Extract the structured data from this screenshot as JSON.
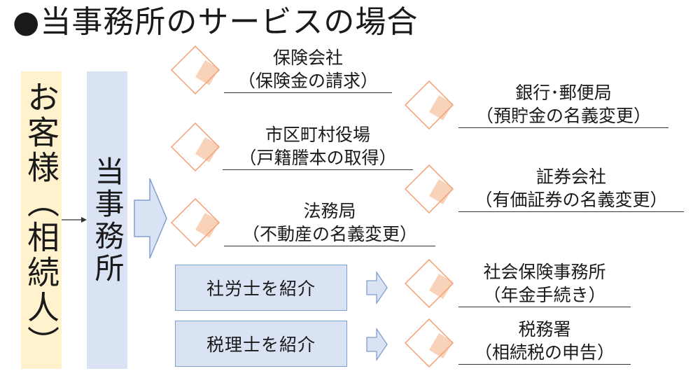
{
  "title": "●当事務所のサービスの場合",
  "customer": "お客様（相続人）",
  "office": "当事務所",
  "destinations": [
    {
      "name": "保険会社",
      "detail": "（保険金の請求）"
    },
    {
      "name": "市区町村役場",
      "detail": "（戸籍謄本の取得）"
    },
    {
      "name": "法務局",
      "detail": "（不動産の名義変更）"
    },
    {
      "name": "銀行･郵便局",
      "detail": "（預貯金の名義変更）"
    },
    {
      "name": "証券会社",
      "detail": "（有価証券の名義変更）"
    },
    {
      "name": "社会保険事務所",
      "detail": "（年金手続き）"
    },
    {
      "name": "税務署",
      "detail": "（相続税の申告）"
    }
  ],
  "referrals": [
    {
      "label": "社労士を紹介"
    },
    {
      "label": "税理士を紹介"
    }
  ],
  "colors": {
    "customer_fill": "#fff2cc",
    "office_fill": "#dae3f3",
    "arrow_stroke": "#7f9fd0",
    "diamond_stroke": "#f4a77c",
    "diamond_fill": "#f8cbad"
  }
}
